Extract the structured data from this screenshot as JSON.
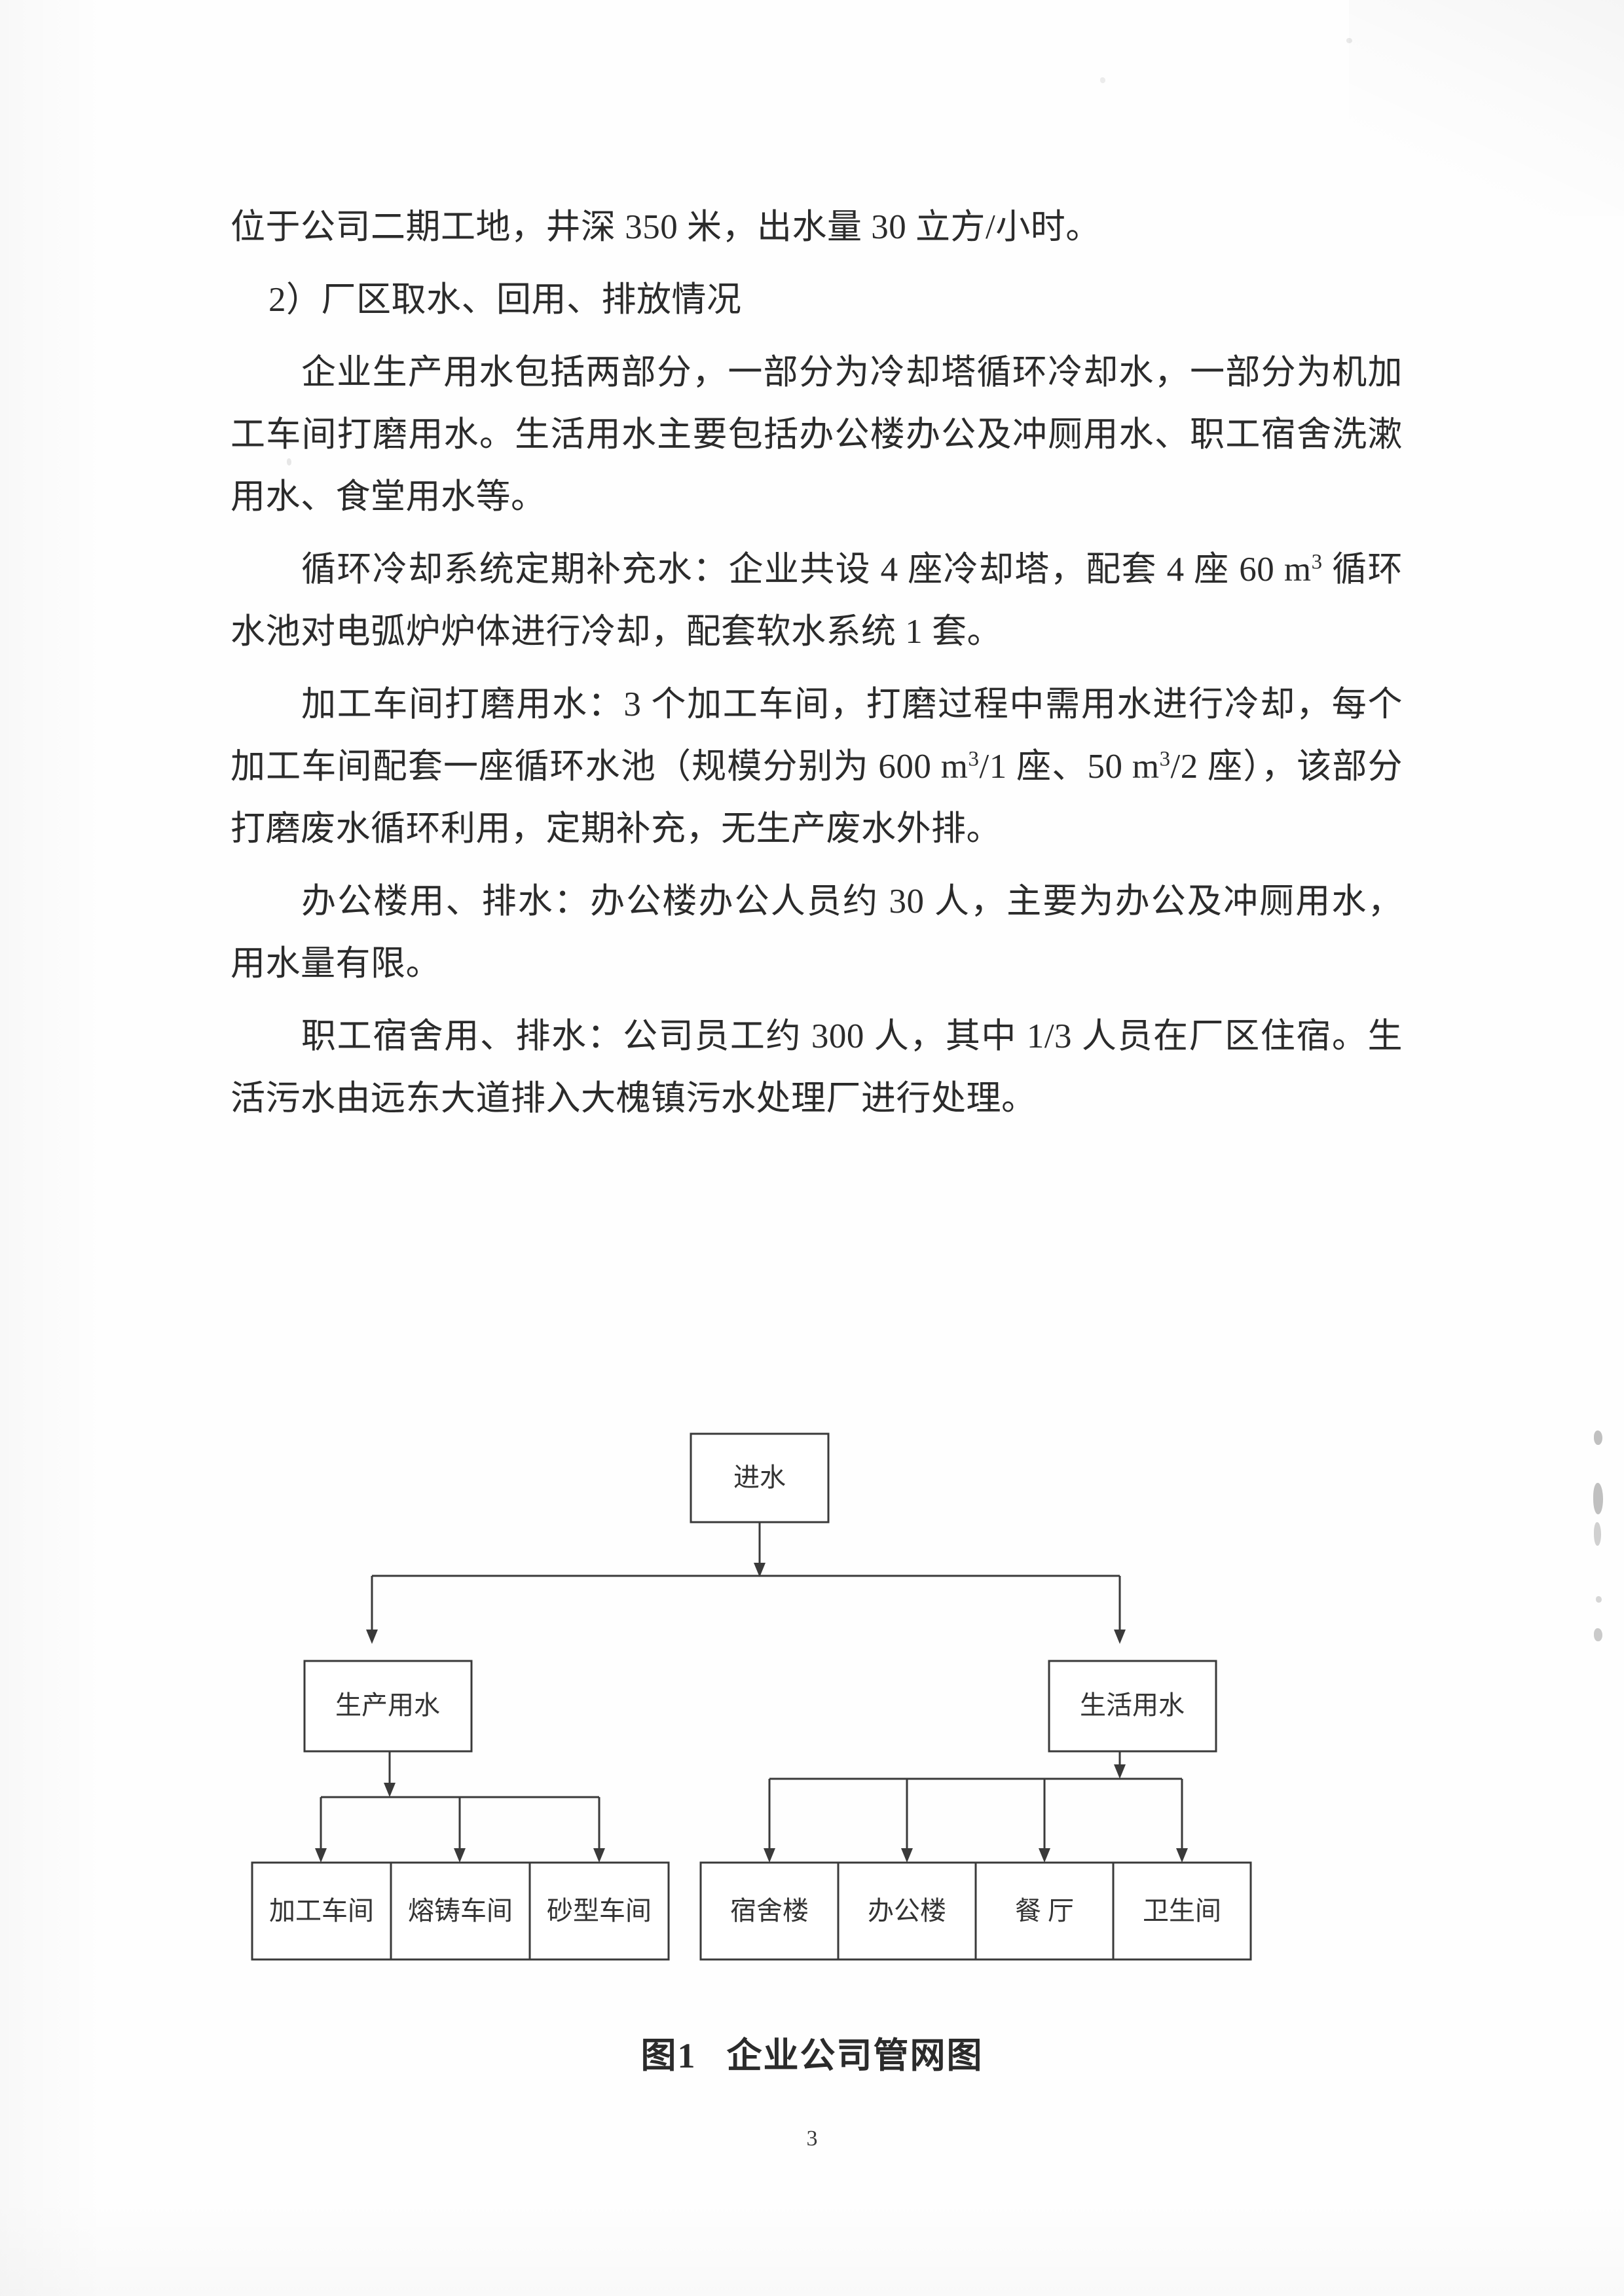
{
  "document": {
    "page_number": "3",
    "language": "zh-CN"
  },
  "body": {
    "paragraphs": [
      {
        "id": "p1",
        "indent": "none",
        "text": "位于公司二期工地，井深 350 米，出水量 30 立方/小时。"
      },
      {
        "id": "p2",
        "indent": "half",
        "text": "2）厂区取水、回用、排放情况"
      },
      {
        "id": "p3",
        "indent": "full",
        "text": "企业生产用水包括两部分，一部分为冷却塔循环冷却水，一部分为机加工车间打磨用水。生活用水主要包括办公楼办公及冲厕用水、职工宿舍洗漱用水、食堂用水等。"
      },
      {
        "id": "p4",
        "indent": "full",
        "text_before": "循环冷却系统定期补充水：企业共设 4 座冷却塔，配套 4 座 60 m",
        "sup": "3",
        "text_after": " 循环水池对电弧炉炉体进行冷却，配套软水系统 1 套。"
      },
      {
        "id": "p5",
        "indent": "full",
        "text_a": "加工车间打磨用水：3 个加工车间，打磨过程中需用水进行冷却，每个加工车间配套一座循环水池（规模分别为 600 m",
        "sup_a": "3",
        "text_b": "/1 座、50 m",
        "sup_b": "3",
        "text_c": "/2 座），该部分打磨废水循环利用，定期补充，无生产废水外排。"
      },
      {
        "id": "p6",
        "indent": "full",
        "text": "办公楼用、排水：办公楼办公人员约 30 人，主要为办公及冲厕用水，用水量有限。"
      },
      {
        "id": "p7",
        "indent": "full",
        "text": "职工宿舍用、排水：公司员工约 300 人，其中 1/3 人员在厂区住宿。生活污水由远东大道排入大槐镇污水处理厂进行处理。"
      }
    ]
  },
  "figure": {
    "caption_number": "图1",
    "caption_title": "企业公司管网图",
    "diagram": {
      "type": "flowchart",
      "orientation": "top-down",
      "nodes": {
        "root": "进水",
        "level2": [
          "生产用水",
          "生活用水"
        ],
        "production_children": [
          "加工车间",
          "熔铸车间",
          "砂型车间"
        ],
        "domestic_children": [
          "宿舍楼",
          "办公楼",
          "餐 厅",
          "卫生间"
        ]
      },
      "edges": [
        "进水 → 生产用水",
        "进水 → 生活用水",
        "生产用水 → 加工车间",
        "生产用水 → 熔铸车间",
        "生产用水 → 砂型车间",
        "生活用水 → 宿舍楼",
        "生活用水 → 办公楼",
        "生活用水 → 餐 厅",
        "生活用水 → 卫生间"
      ],
      "line_color": "#3a3a3a",
      "box_fill": "#ffffff"
    }
  }
}
